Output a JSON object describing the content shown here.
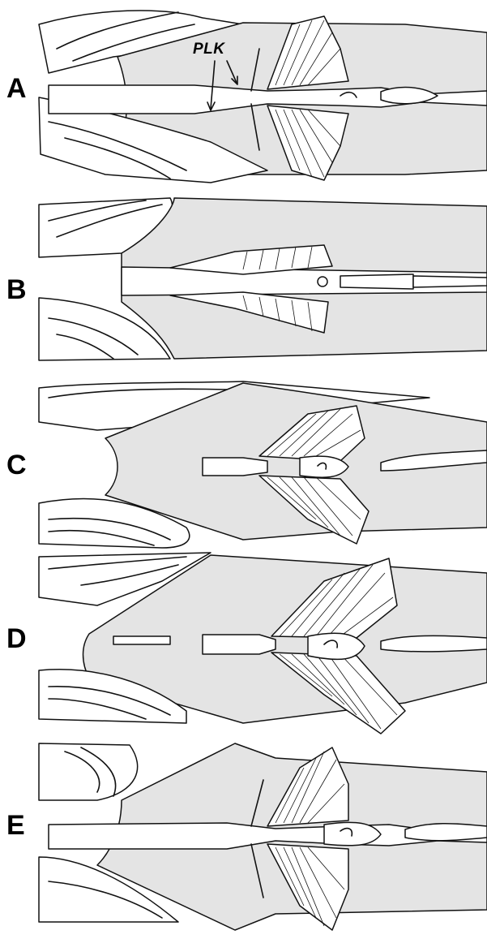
{
  "figure": {
    "panels": [
      {
        "letter": "A",
        "annotation": "PLK"
      },
      {
        "letter": "B"
      },
      {
        "letter": "C"
      },
      {
        "letter": "D"
      },
      {
        "letter": "E"
      }
    ]
  },
  "colors": {
    "bone_fill": "#e4e4e4",
    "outline": "#111111",
    "background": "#ffffff"
  }
}
